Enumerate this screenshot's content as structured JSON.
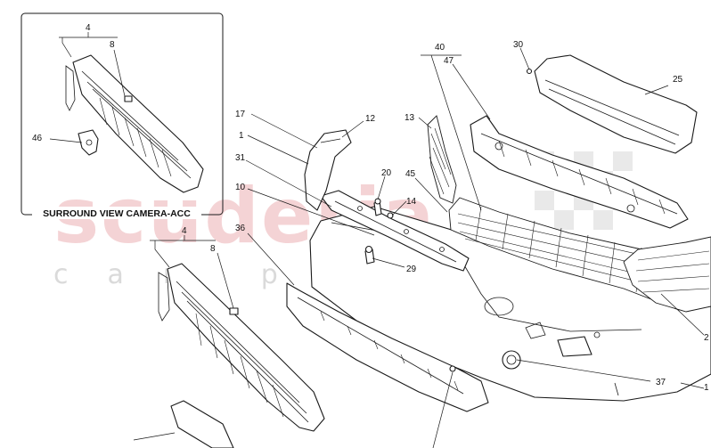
{
  "watermark": {
    "brand": "scuderia",
    "subtitle": "car parts"
  },
  "inset": {
    "caption": "SURROUND VIEW CAMERA-ACC"
  },
  "callouts": {
    "c4_inset": "4",
    "c8_inset": "8",
    "c46": "46",
    "c4": "4",
    "c8": "8",
    "c36": "36",
    "c17": "17",
    "c1": "1",
    "c31": "31",
    "c10": "10",
    "c12": "12",
    "c20": "20",
    "c45": "45",
    "c14": "14",
    "c29": "29",
    "c13": "13",
    "c40": "40",
    "c47": "47",
    "c30": "30",
    "c25": "25",
    "c2": "2",
    "c37": "37",
    "c3": "1"
  }
}
